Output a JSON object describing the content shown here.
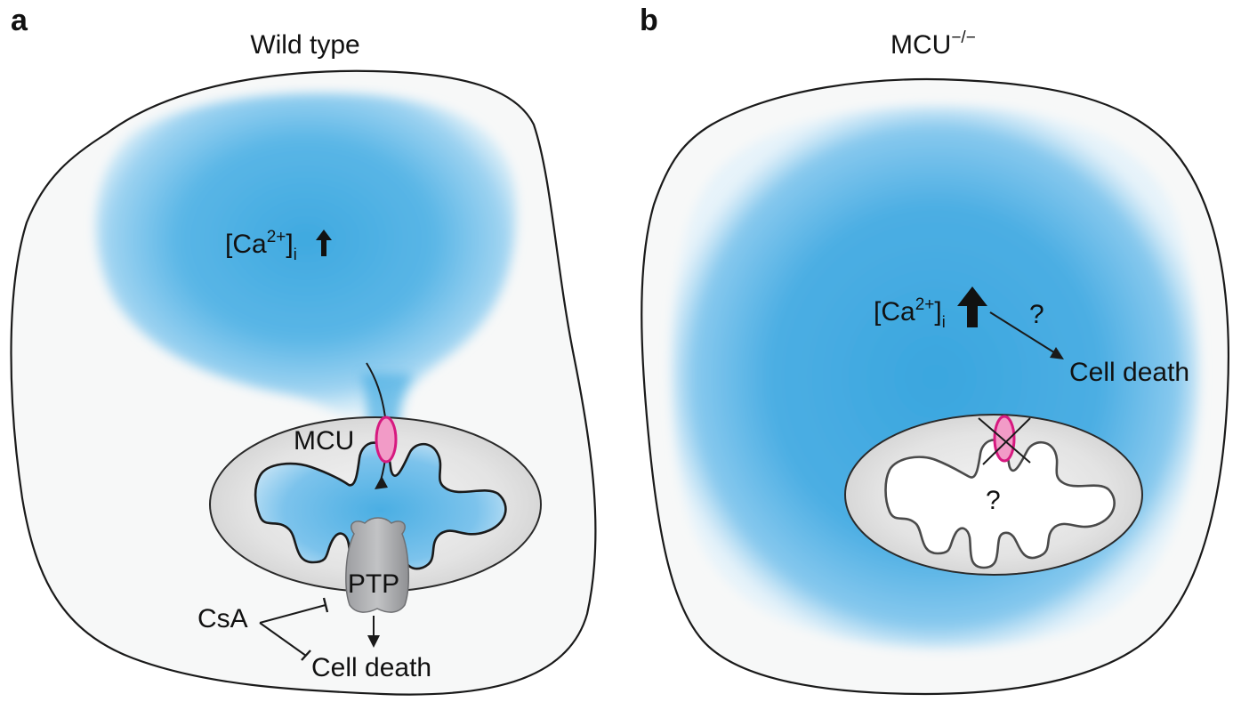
{
  "panels": {
    "a": {
      "letter": "a",
      "title": "Wild type",
      "ca_base": "[Ca",
      "ca_sup": "2+",
      "ca_close": "]",
      "ca_sub": "i",
      "mcu_label": "MCU",
      "ptp_label": "PTP",
      "csa_label": "CsA",
      "cell_death_label": "Cell death"
    },
    "b": {
      "letter": "b",
      "title_base": "MCU",
      "title_sup": "−/−",
      "ca_base": "[Ca",
      "ca_sup": "2+",
      "ca_close": "]",
      "ca_sub": "i",
      "question_pathway": "?",
      "question_mito": "?",
      "cell_death_label": "Cell death"
    }
  },
  "colors": {
    "calcium_blue": "#3fa9e0",
    "cell_fill": "#f7f8f8",
    "mito_outer": "#dcdcdc",
    "mcu_magenta": "#d6197f",
    "ptp_gray": "#b0b1b3",
    "outline": "#1a1a1a"
  }
}
